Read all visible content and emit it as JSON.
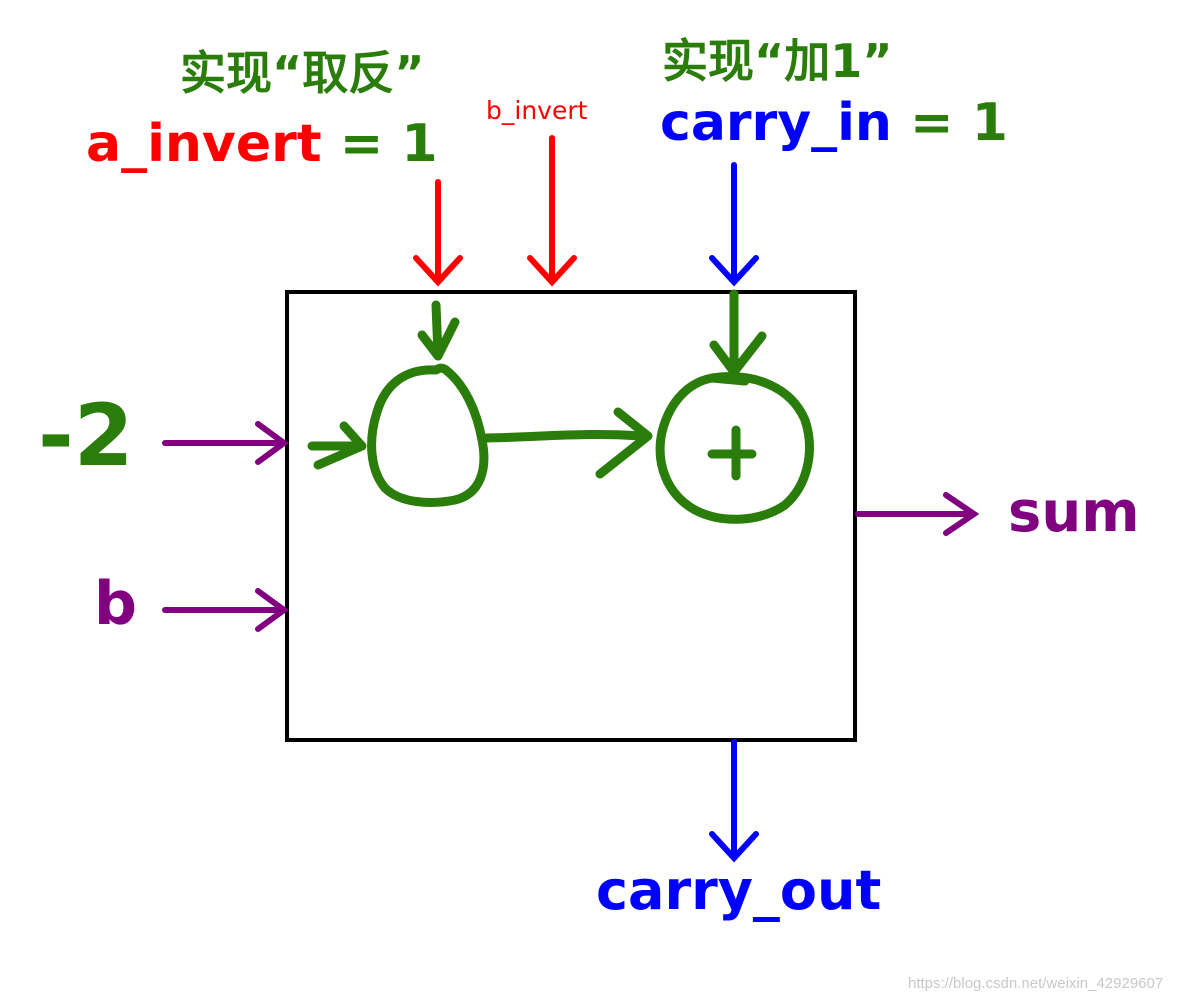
{
  "labels": {
    "note_invert": "实现“取反”",
    "note_add_one": "实现“加1”",
    "a_invert_name": "a_invert",
    "a_invert_value": " = 1",
    "b_invert": "b_invert",
    "carry_in_name": "carry_in",
    "carry_in_value": " = 1",
    "input_a": "-2",
    "input_b": "b",
    "output_sum": "sum",
    "output_carry": "carry_out",
    "adder_symbol": "+",
    "watermark": "https://blog.csdn.net/weixin_42929607"
  },
  "colors": {
    "red": "#ff0000",
    "green": "#2a7d0a",
    "blue": "#0000ff",
    "purple": "#800080",
    "black": "#000000",
    "watermark": "#c8c8c8"
  }
}
